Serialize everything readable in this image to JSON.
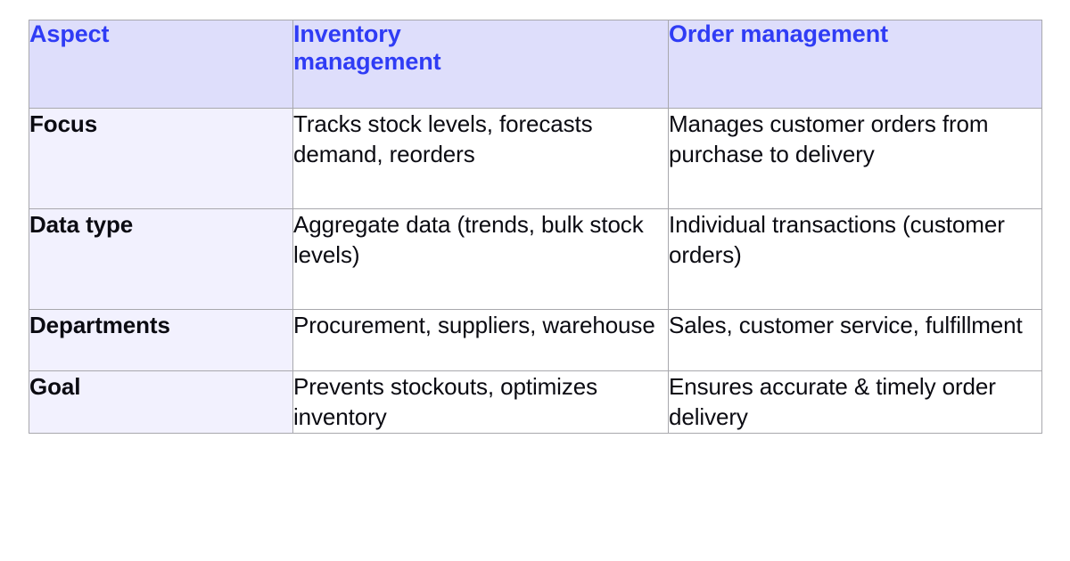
{
  "table": {
    "columns": [
      {
        "key": "aspect",
        "label": "Aspect"
      },
      {
        "key": "inventory",
        "label": "Inventory management"
      },
      {
        "key": "order",
        "label": "Order management"
      }
    ],
    "header": {
      "aspect": "Aspect",
      "inventory_line1": "Inventory",
      "inventory_line2": "management",
      "order": "Order management"
    },
    "rows": [
      {
        "aspect": "Focus",
        "inventory": "Tracks stock levels, forecasts demand, reorders",
        "order": "Manages customer orders from purchase to delivery"
      },
      {
        "aspect": "Data type",
        "inventory": "Aggregate data (trends, bulk stock levels)",
        "order": "Individual transactions (customer orders)"
      },
      {
        "aspect": "Departments",
        "inventory": "Procurement, suppliers, warehouse",
        "order": "Sales, customer service, fulfillment"
      },
      {
        "aspect": "Goal",
        "inventory": "Prevents stockouts, optimizes inventory",
        "order": "Ensures accurate & timely order delivery"
      }
    ]
  },
  "colors": {
    "header_background": "#dedefb",
    "header_text": "#2f3cf5",
    "aspect_column_background": "#f2f1fe",
    "cell_background": "#ffffff",
    "border": "#a8a8ad",
    "body_text": "#0b0b12",
    "page_background": "#ffffff"
  }
}
